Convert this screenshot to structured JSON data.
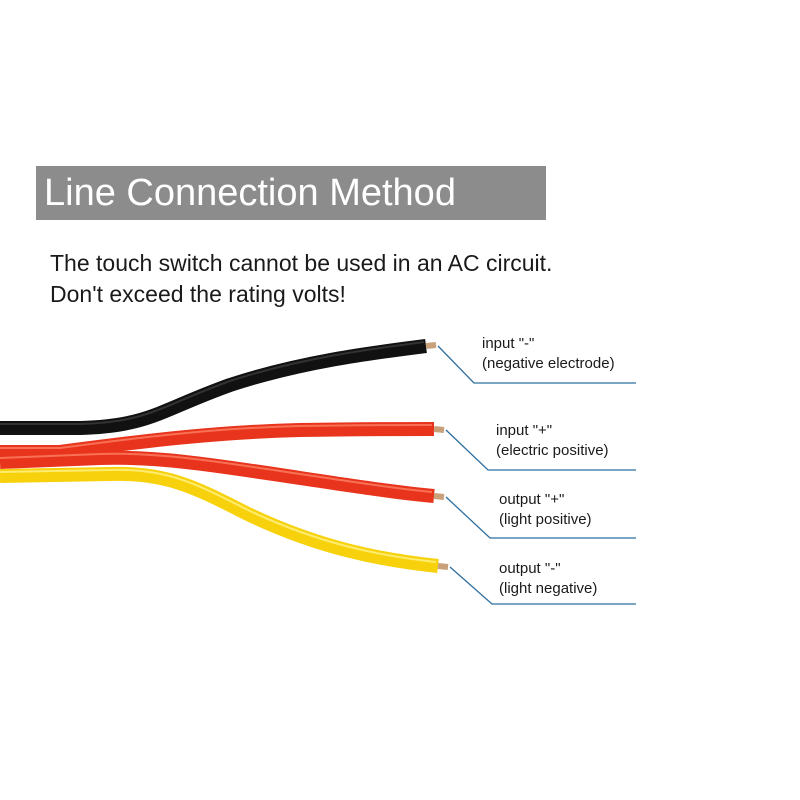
{
  "title": "Line Connection Method",
  "notice": {
    "line1": "The touch switch cannot be used in an AC circuit.",
    "line2": "Don't exceed the rating volts!"
  },
  "wires": [
    {
      "id": "black",
      "color": "#111111",
      "label_line1": "input \"-\"",
      "label_line2": "(negative electrode)"
    },
    {
      "id": "red1",
      "color": "#e8341c",
      "label_line1": "input \"+\"",
      "label_line2": "(electric positive)"
    },
    {
      "id": "red2",
      "color": "#e8341c",
      "label_line1": "output \"+\"",
      "label_line2": "(light positive)"
    },
    {
      "id": "yellow",
      "color": "#f7d20c",
      "label_line1": "output \"-\"",
      "label_line2": "(light negative)"
    }
  ],
  "colors": {
    "title_bg": "#8c8c8c",
    "leader_line": "#2f6f9f",
    "copper": "#c8a07a"
  }
}
